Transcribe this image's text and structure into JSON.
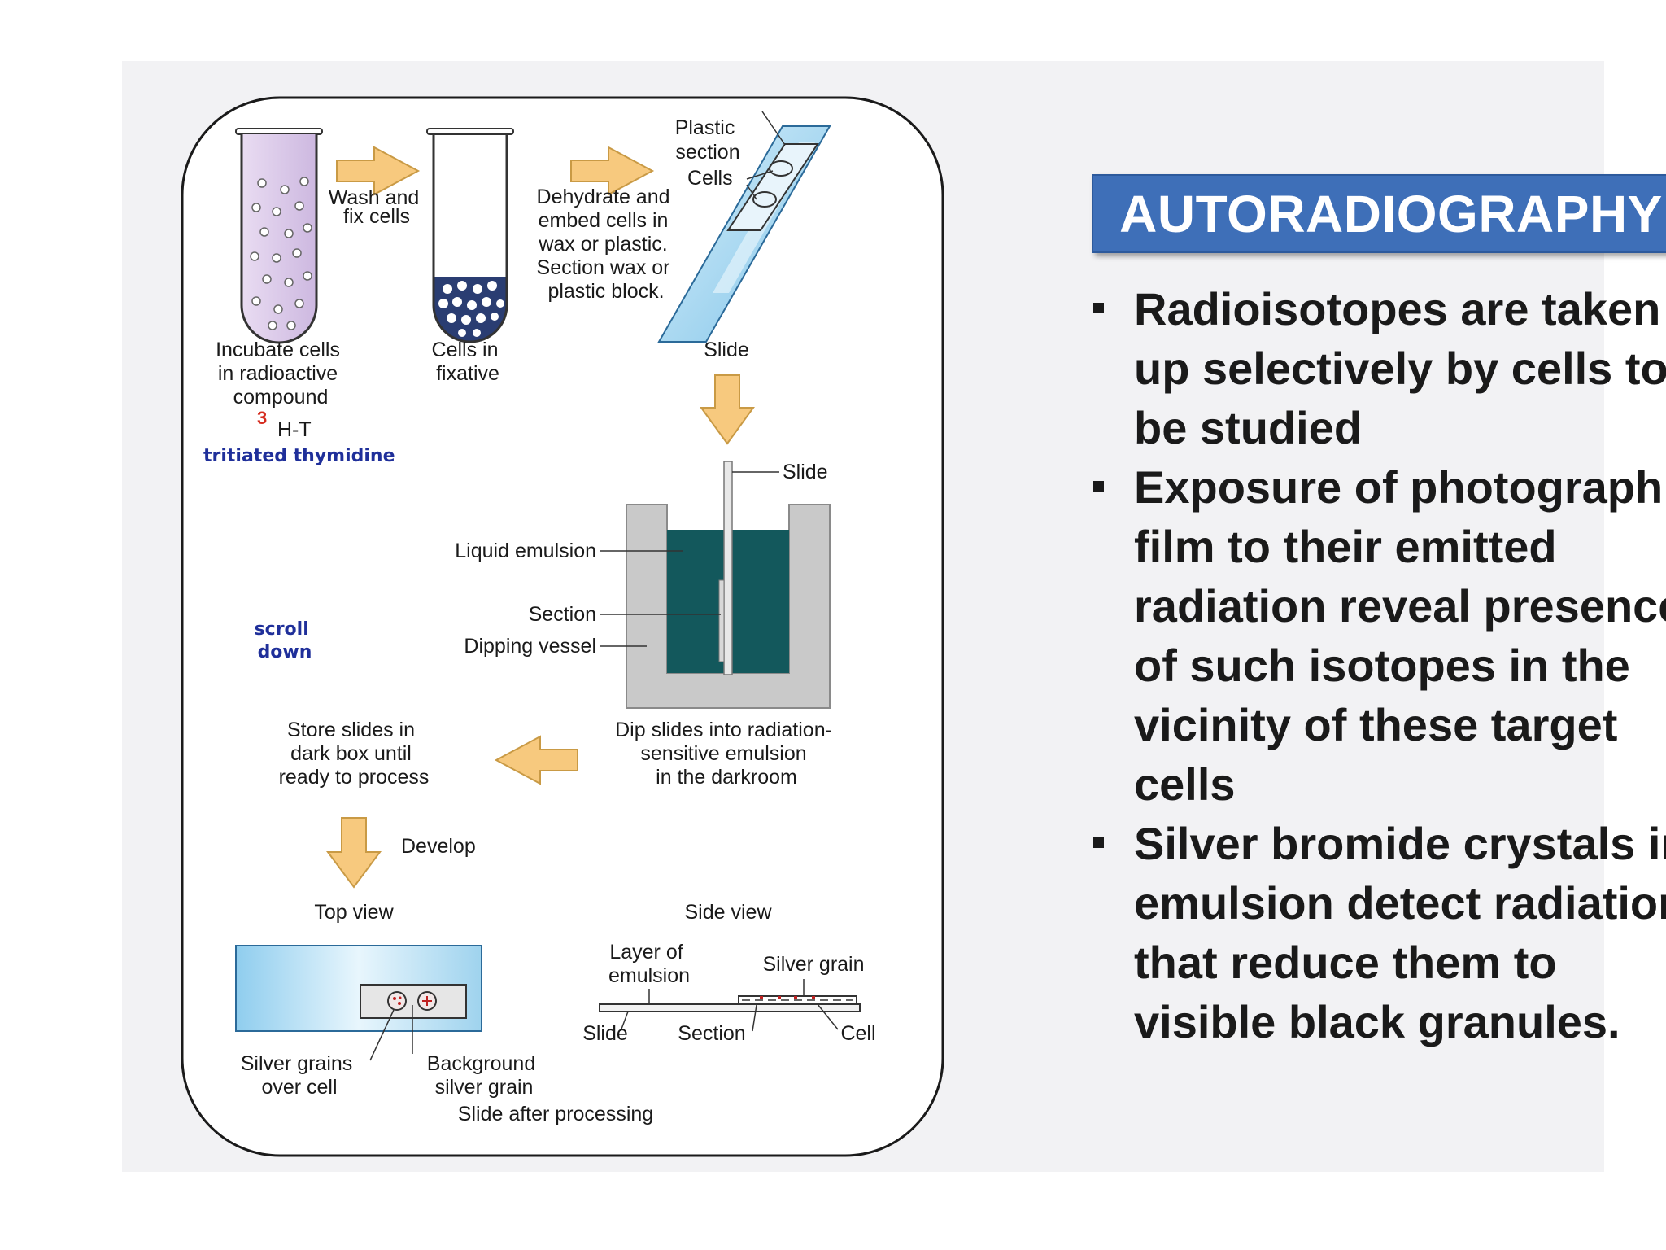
{
  "title": "AUTORADIOGRAPHY",
  "bullets": [
    "Radioisotopes are taken up selectively by cells to be studied",
    "Exposure of photographic film to their emitted radiation reveal presence of such isotopes in the vicinity of these target cells",
    "Silver bromide crystals in emulsion detect radiation, that reduce them to visible black granules."
  ],
  "diagram": {
    "incubate_lines": [
      "Incubate cells",
      "in radioactive",
      "compound"
    ],
    "isotope_superscript": "3",
    "isotope_formula": "H-T",
    "tritiated": "tritiated thymidine",
    "wash_lines": [
      "Wash and",
      "fix cells"
    ],
    "fixative_lines": [
      "Cells in",
      "fixative"
    ],
    "dehydrate_lines": [
      "Dehydrate and",
      "embed cells in",
      "wax or plastic.",
      "Section wax or",
      "plastic block."
    ],
    "plastic_section_lines": [
      "Plastic",
      "section"
    ],
    "cells_label": "Cells",
    "slide_label_top": "Slide",
    "slide_label_vessel": "Slide",
    "liquid_emulsion": "Liquid emulsion",
    "section_label": "Section",
    "dipping_vessel": "Dipping vessel",
    "scroll_lines": [
      "scroll",
      "down"
    ],
    "dip_lines": [
      "Dip slides into radiation-",
      "sensitive emulsion",
      "in the darkroom"
    ],
    "store_lines": [
      "Store slides in",
      "dark box until",
      "ready to process"
    ],
    "develop": "Develop",
    "top_view": "Top view",
    "side_view": "Side view",
    "layer_lines": [
      "Layer of",
      "emulsion"
    ],
    "silver_grain": "Silver grain",
    "slide_bottom": "Slide",
    "section_bottom": "Section",
    "cell_bottom": "Cell",
    "silver_grains_lines": [
      "Silver grains",
      "over cell"
    ],
    "background_lines": [
      "Background",
      "silver grain"
    ],
    "slide_after": "Slide after processing"
  },
  "colors": {
    "title_bg": "#3e6fb8",
    "arrow_fill": "#f7c97e",
    "emulsion": "#13585c",
    "vessel": "#c9c9c9",
    "slide_blue": "#9fd3ee",
    "isotope_red": "#d52b1e",
    "label_blue": "#1f2f9a"
  }
}
